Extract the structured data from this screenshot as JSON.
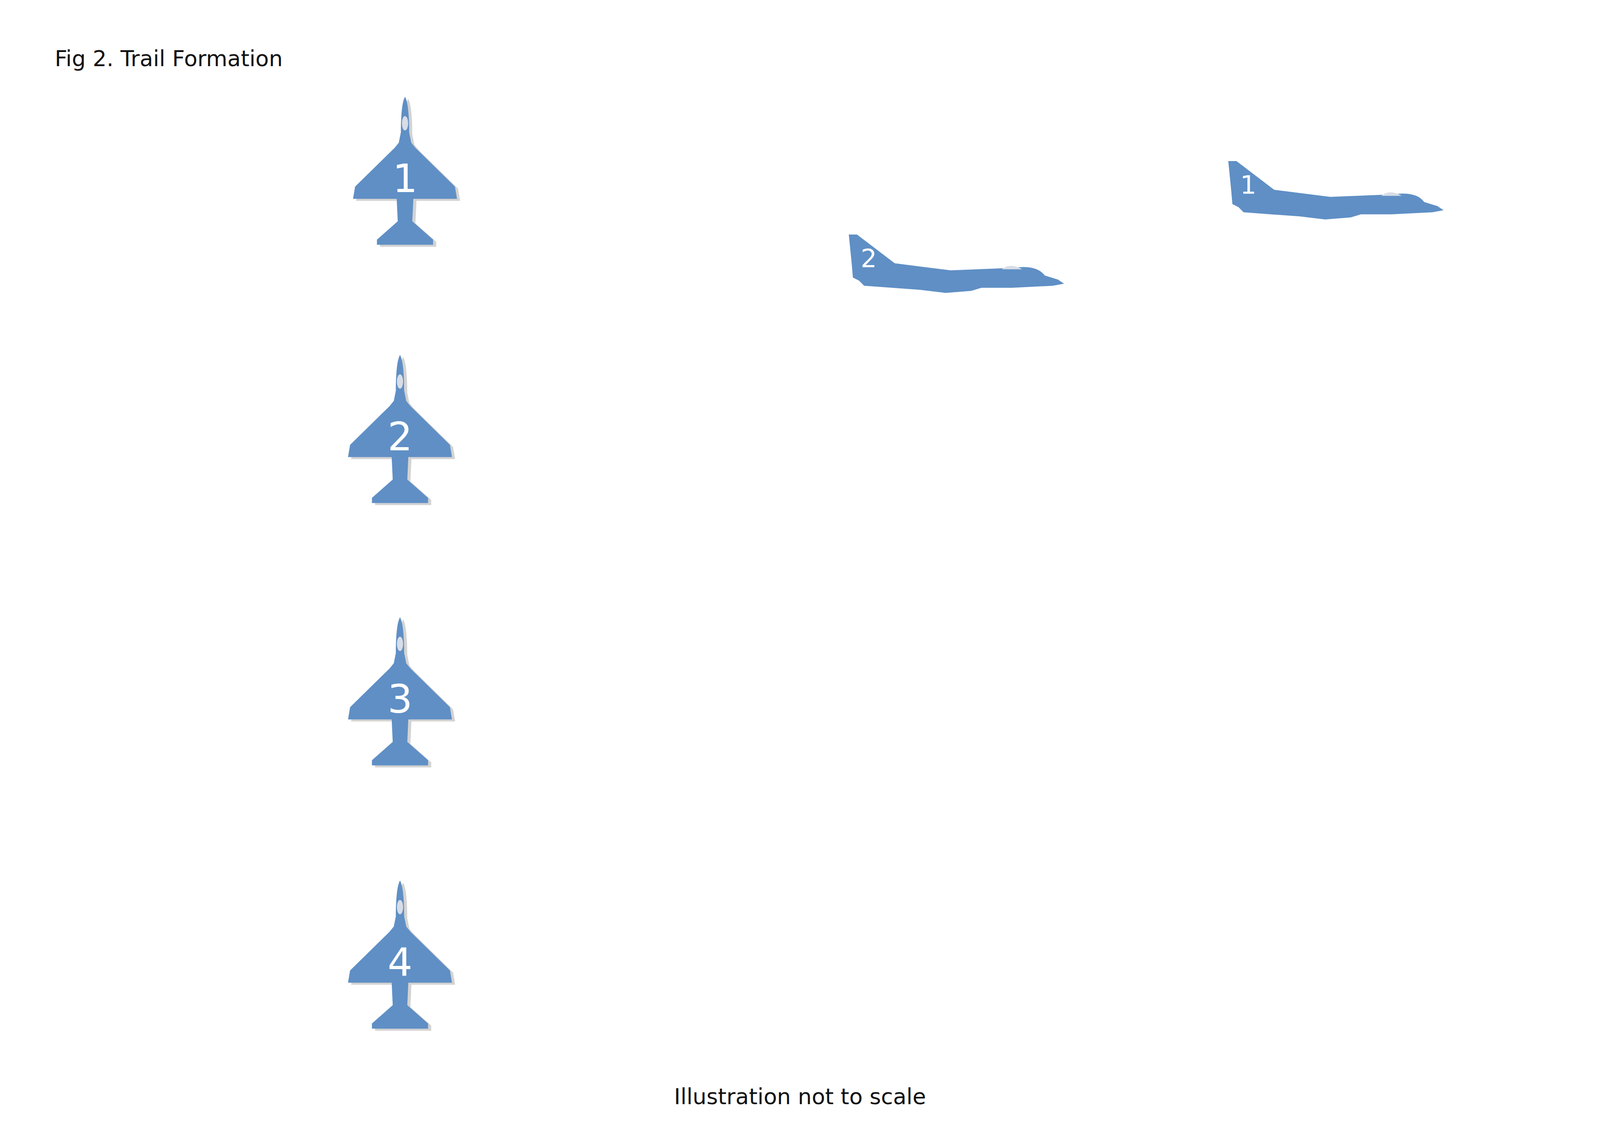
{
  "diagram": {
    "title": "Fig 2. Trail Formation",
    "caption": "Illustration not to scale",
    "nodes": [
      {
        "text": [
          "1"
        ]
      },
      {
        "text": [
          "2"
        ]
      },
      {
        "text": [
          "3"
        ]
      },
      {
        "text": [
          "4"
        ]
      },
      {
        "text": [
          "2"
        ]
      },
      {
        "text": [
          "1"
        ]
      }
    ]
  }
}
